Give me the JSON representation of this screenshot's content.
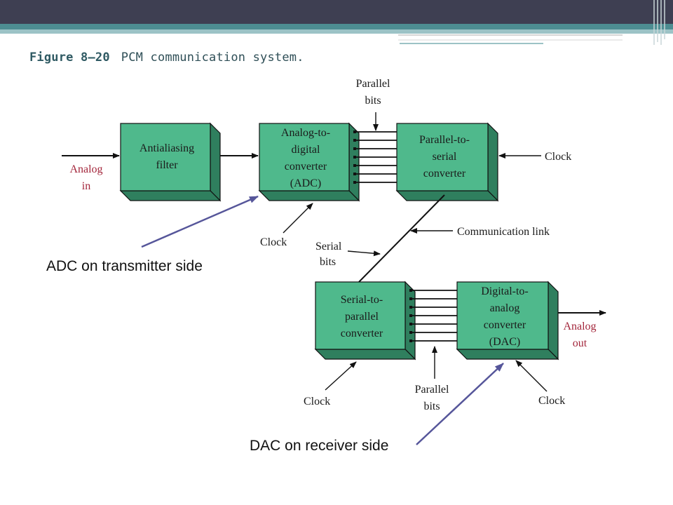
{
  "caption": {
    "number": "Figure 8–20",
    "text": "PCM communication system."
  },
  "blocks": {
    "antialiasing": [
      "Antialiasing",
      "filter"
    ],
    "adc": [
      "Analog-to-",
      "digital",
      "converter",
      "(ADC)"
    ],
    "p2s": [
      "Parallel-to-",
      "serial",
      "converter"
    ],
    "s2p": [
      "Serial-to-",
      "parallel",
      "converter"
    ],
    "dac": [
      "Digital-to-",
      "analog",
      "converter",
      "(DAC)"
    ]
  },
  "labels": {
    "analog_in": [
      "Analog",
      "in"
    ],
    "analog_out": [
      "Analog",
      "out"
    ],
    "parallel_bits_top": [
      "Parallel",
      "bits"
    ],
    "parallel_bits_bottom": [
      "Parallel",
      "bits"
    ],
    "serial_bits": [
      "Serial",
      "bits"
    ],
    "clock_p2s": "Clock",
    "clock_adc": "Clock",
    "clock_s2p": "Clock",
    "clock_dac": "Clock",
    "communication_link": "Communication link"
  },
  "callouts": {
    "adc_side": "ADC on transmitter side",
    "dac_side": "DAC on receiver side"
  },
  "colors": {
    "block_face": "#4fb98c",
    "block_side": "#2f7f5e",
    "block_top": "#86d4b0",
    "callout_arrow": "#56569a",
    "red_text": "#a3263b"
  }
}
